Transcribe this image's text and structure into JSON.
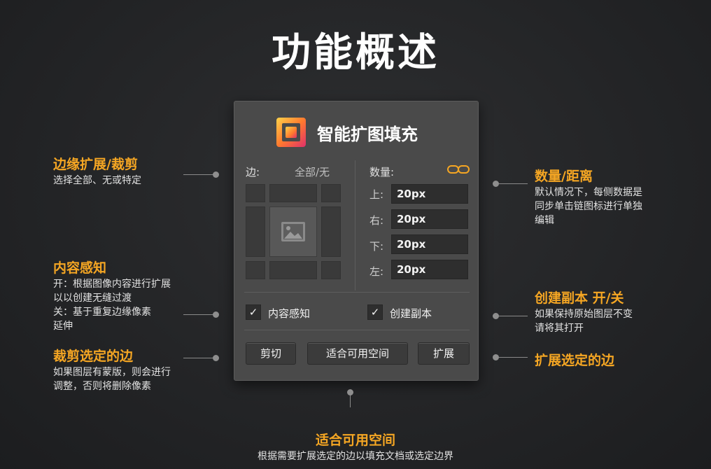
{
  "page_title": "功能概述",
  "panel": {
    "title": "智能扩图填充",
    "edge_label": "边:",
    "edge_mode": "全部/无",
    "amount_label": "数量:",
    "fields": [
      {
        "label": "上:",
        "value": "20px"
      },
      {
        "label": "右:",
        "value": "20px"
      },
      {
        "label": "下:",
        "value": "20px"
      },
      {
        "label": "左:",
        "value": "20px"
      }
    ],
    "content_aware": {
      "label": "内容感知",
      "checked": true
    },
    "create_copy": {
      "label": "创建副本",
      "checked": true
    },
    "buttons": {
      "crop": "剪切",
      "fit": "适合可用空间",
      "expand": "扩展"
    },
    "check_mark": "✓"
  },
  "callouts": {
    "edge": {
      "title": "边缘扩展/裁剪",
      "desc": "选择全部、无或特定"
    },
    "content": {
      "title": "内容感知",
      "desc": [
        "开：根据图像内容进行扩展",
        "以以创建无缝过渡",
        "关：基于重复边缘像素",
        "延伸"
      ]
    },
    "crop": {
      "title": "裁剪选定的边",
      "desc": [
        "如果图层有蒙版，则会进行",
        "调整，否则将删除像素"
      ]
    },
    "amount": {
      "title": "数量/距离",
      "desc": [
        "默认情况下，每侧数据是",
        "同步单击链图标进行单独",
        "编辑"
      ]
    },
    "copy": {
      "title": "创建副本 开/关",
      "desc": [
        "如果保持原始图层不变",
        "请将其打开"
      ]
    },
    "expand": {
      "title": "扩展选定的边"
    },
    "fit": {
      "title": "适合可用空间",
      "desc": "根据需要扩展选定的边以填充文档或选定边界"
    }
  },
  "colors": {
    "accent": "#f5a623",
    "background": "#262729",
    "panel": "#4a4a4a",
    "field": "#2e2e2e"
  },
  "icons": {
    "logo": "smart-expand-logo-icon",
    "chain": "link-chain-icon",
    "image": "image-placeholder-icon"
  }
}
